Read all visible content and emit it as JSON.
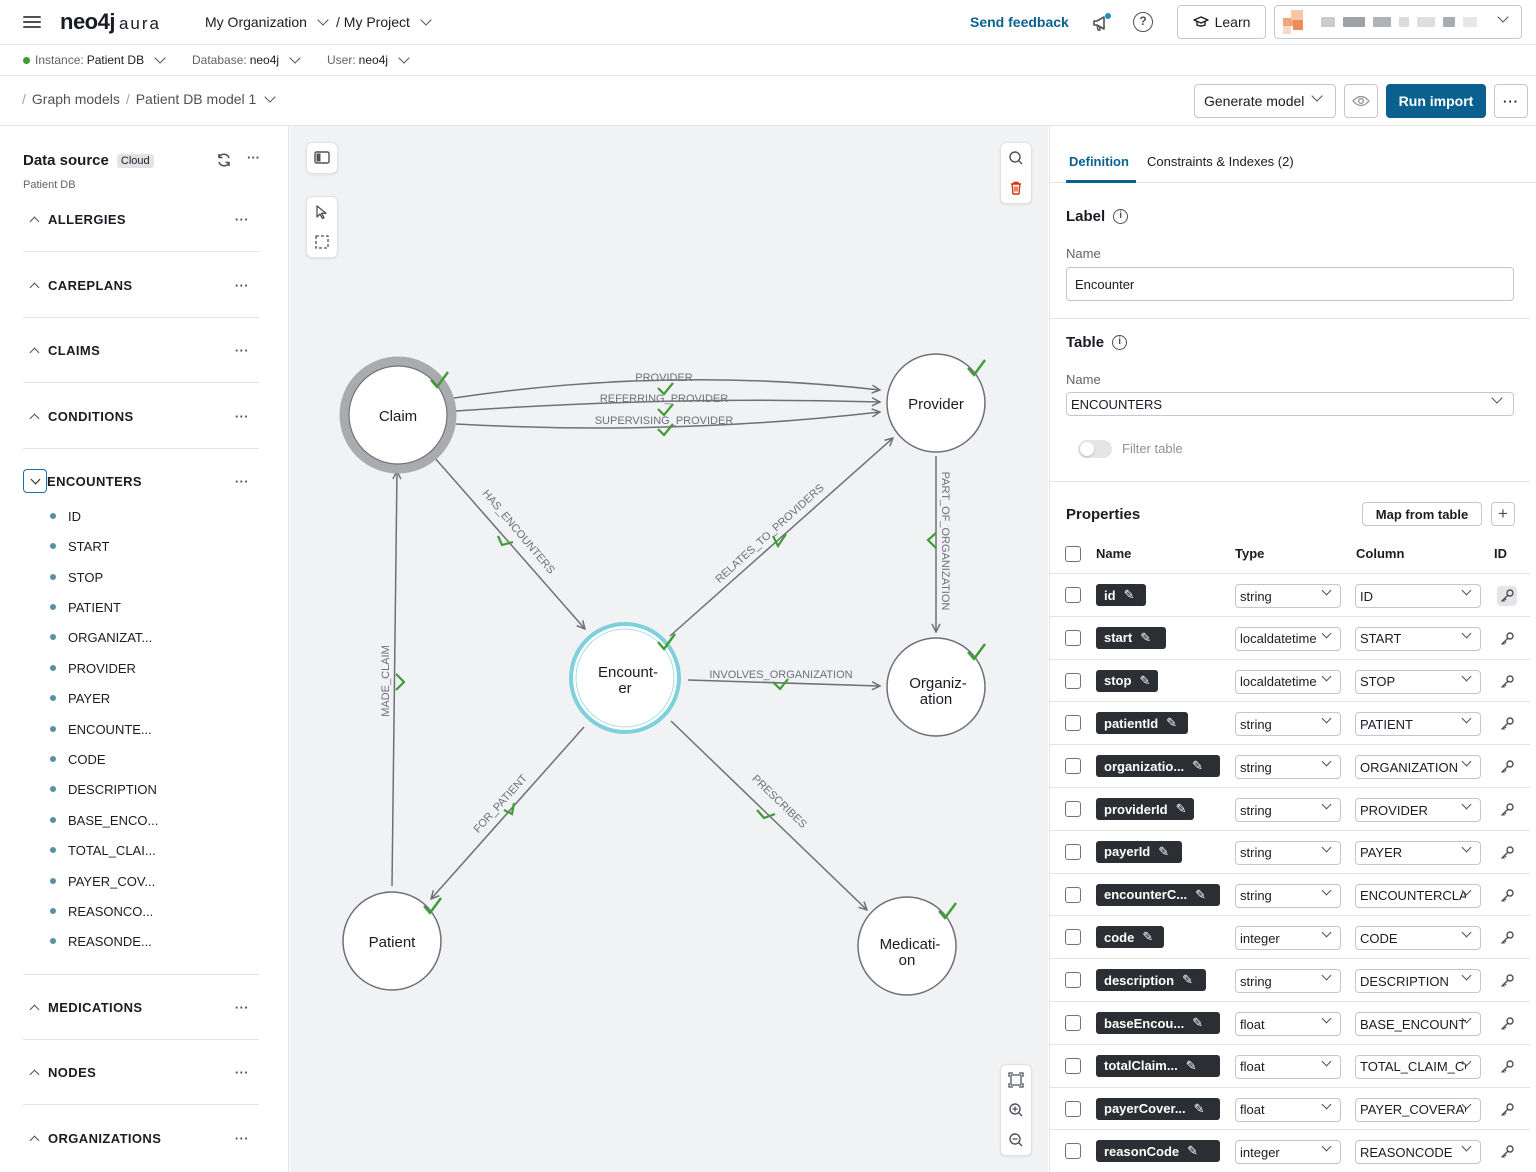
{
  "topbar": {
    "logo_main": "neo4j",
    "logo_sub": "aura",
    "organization": "My Organization",
    "project": "/ My Project",
    "send_feedback": "Send feedback",
    "learn": "Learn"
  },
  "subbar": {
    "instance_label": "Instance:",
    "instance_value": "Patient DB",
    "database_label": "Database:",
    "database_value": "neo4j",
    "user_label": "User:",
    "user_value": "neo4j"
  },
  "breadcrumb": {
    "sep1": "/",
    "graph_models": "Graph models",
    "sep2": "/",
    "model_name": "Patient DB model 1"
  },
  "actions": {
    "generate_model": "Generate model",
    "run_import": "Run import",
    "more": "···"
  },
  "datasource": {
    "title": "Data source",
    "badge": "Cloud",
    "subtitle": "Patient DB",
    "tables_before": [
      "ALLERGIES",
      "CAREPLANS",
      "CLAIMS",
      "CONDITIONS"
    ],
    "expanded_table": "ENCOUNTERS",
    "columns": [
      "ID",
      "START",
      "STOP",
      "PATIENT",
      "ORGANIZAT...",
      "PROVIDER",
      "PAYER",
      "ENCOUNTE...",
      "CODE",
      "DESCRIPTION",
      "BASE_ENCO...",
      "TOTAL_CLAI...",
      "PAYER_COV...",
      "REASONCO...",
      "REASONDE..."
    ],
    "tables_after": [
      "MEDICATIONS",
      "NODES",
      "ORGANIZATIONS"
    ],
    "dots": "···"
  },
  "graph": {
    "nodes": {
      "claim": "Claim",
      "provider": "Provider",
      "encounter_l1": "Encount-",
      "encounter_l2": "er",
      "organization_l1": "Organiz-",
      "organization_l2": "ation",
      "patient": "Patient",
      "medication_l1": "Medicati-",
      "medication_l2": "on"
    },
    "relationships": {
      "provider": "PROVIDER",
      "referring_provider": "REFERRING_PROVIDER",
      "supervising_provider": "SUPERVISING_PROVIDER",
      "has_encounters": "HAS_ENCOUNTERS",
      "relates_to_providers": "RELATES_TO_PROVIDERS",
      "part_of_organization": "PART_OF_ORGANIZATION",
      "involves_organization": "INVOLVES_ORGANIZATION",
      "made_claim": "MADE_CLAIM",
      "for_patient": "FOR_PATIENT",
      "prescribes": "PRESCRIBES"
    }
  },
  "definition": {
    "tab_definition": "Definition",
    "tab_constraints": "Constraints & Indexes (2)",
    "label_section": "Label",
    "name_label": "Name",
    "name_value": "Encounter",
    "table_section": "Table",
    "table_name_label": "Name",
    "table_value": "ENCOUNTERS",
    "filter_table": "Filter table",
    "properties_section": "Properties",
    "map_from_table": "Map from table",
    "add": "+",
    "col_name": "Name",
    "col_type": "Type",
    "col_column": "Column",
    "col_id": "ID",
    "properties": [
      {
        "name": "id",
        "type": "string",
        "column": "ID"
      },
      {
        "name": "start",
        "type": "localdatetime",
        "column": "START"
      },
      {
        "name": "stop",
        "type": "localdatetime",
        "column": "STOP"
      },
      {
        "name": "patientId",
        "type": "string",
        "column": "PATIENT"
      },
      {
        "name": "organizatio...",
        "type": "string",
        "column": "ORGANIZATION"
      },
      {
        "name": "providerId",
        "type": "string",
        "column": "PROVIDER"
      },
      {
        "name": "payerId",
        "type": "string",
        "column": "PAYER"
      },
      {
        "name": "encounterC...",
        "type": "string",
        "column": "ENCOUNTERCLASS"
      },
      {
        "name": "code",
        "type": "integer",
        "column": "CODE"
      },
      {
        "name": "description",
        "type": "string",
        "column": "DESCRIPTION"
      },
      {
        "name": "baseEncou...",
        "type": "float",
        "column": "BASE_ENCOUNTER_COST"
      },
      {
        "name": "totalClaim...",
        "type": "float",
        "column": "TOTAL_CLAIM_COST"
      },
      {
        "name": "payerCover...",
        "type": "float",
        "column": "PAYER_COVERAGE"
      },
      {
        "name": "reasonCode",
        "type": "integer",
        "column": "REASONCODE"
      }
    ]
  },
  "colors": {
    "accent": "#0a6190",
    "check": "#3f9c35",
    "selected_ring": "#7fd0dc",
    "claim_ring": "#a9abae"
  }
}
